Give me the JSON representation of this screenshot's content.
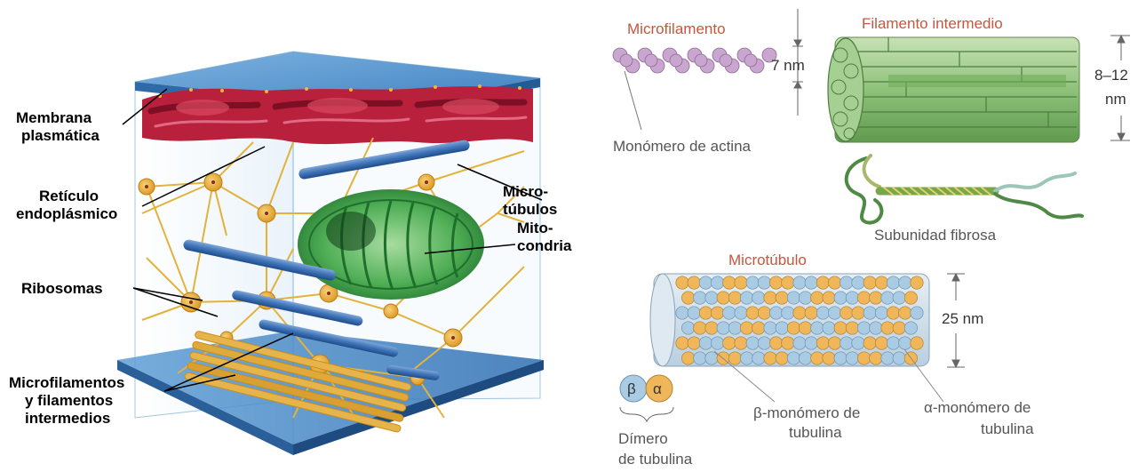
{
  "left_panel": {
    "labels": {
      "membrana_1": "Membrana",
      "membrana_2": "plasmática",
      "reticulo_1": "Retículo",
      "reticulo_2": "endoplásmico",
      "microtubulos_1": "Micro-",
      "microtubulos_2": "túbulos",
      "mitocondria_1": "Mito-",
      "mitocondria_2": "condria",
      "ribosomas": "Ribosomas",
      "microfil_1": "Microfilamentos",
      "microfil_2": "y filamentos",
      "microfil_3": "intermedios"
    }
  },
  "right_panel": {
    "microfilament": {
      "title": "Microfilamento",
      "size": "7 nm",
      "monomer": "Monómero de actina"
    },
    "intermediate": {
      "title": "Filamento intermedio",
      "size_1": "8–12",
      "size_2": "nm",
      "subunit": "Subunidad fibrosa"
    },
    "microtubule": {
      "title": "Microtúbulo",
      "size": "25 nm",
      "beta_symbol": "β",
      "alpha_symbol": "α",
      "beta_label_1": "β-monómero de",
      "beta_label_2": "tubulina",
      "alpha_label_1": "α-monómero de",
      "alpha_label_2": "tubulina",
      "dimer_1": "Dímero",
      "dimer_2": "de tubulina"
    }
  },
  "colors": {
    "membrane_blue": "#4f8fc9",
    "er_red": "#b8203c",
    "filament_yellow": "#e2b33c",
    "microtubule_blue": "#3f74b8",
    "mito_green": "#3fa34a",
    "actin_purple": "#c9a6cf",
    "tubulin_blue": "#a9cbe4",
    "tubulin_orange": "#f0b65a",
    "if_green": "#8fc27b",
    "title_red": "#c8553d"
  }
}
